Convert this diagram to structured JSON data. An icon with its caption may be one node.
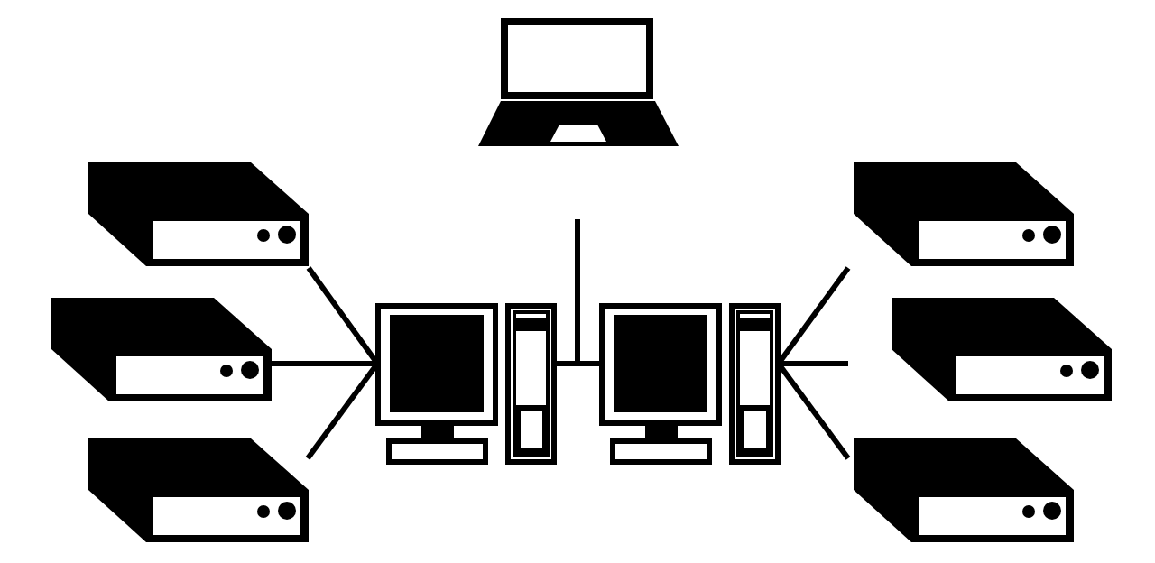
{
  "diagram": {
    "nodes": [
      {
        "text": [],
        "shape": "laptop"
      },
      {
        "text": [],
        "shape": "server"
      },
      {
        "text": [],
        "shape": "server"
      },
      {
        "text": [],
        "shape": "server"
      },
      {
        "text": [],
        "shape": "computer"
      },
      {
        "text": [],
        "shape": "computer"
      },
      {
        "text": [],
        "shape": "server"
      },
      {
        "text": [],
        "shape": "server"
      },
      {
        "text": [],
        "shape": "server"
      }
    ],
    "edges": [
      {
        "from": 1,
        "to": 4,
        "arrow": "none"
      },
      {
        "from": 2,
        "to": 4,
        "arrow": "none"
      },
      {
        "from": 3,
        "to": 4,
        "arrow": "none"
      },
      {
        "from": null,
        "to": 4,
        "arrow": "none"
      },
      {
        "from": null,
        "to": 5,
        "arrow": "none"
      },
      {
        "from": 6,
        "to": 5,
        "arrow": "none"
      },
      {
        "from": 7,
        "to": 5,
        "arrow": "none"
      },
      {
        "from": 8,
        "to": 5,
        "arrow": "none"
      }
    ]
  }
}
